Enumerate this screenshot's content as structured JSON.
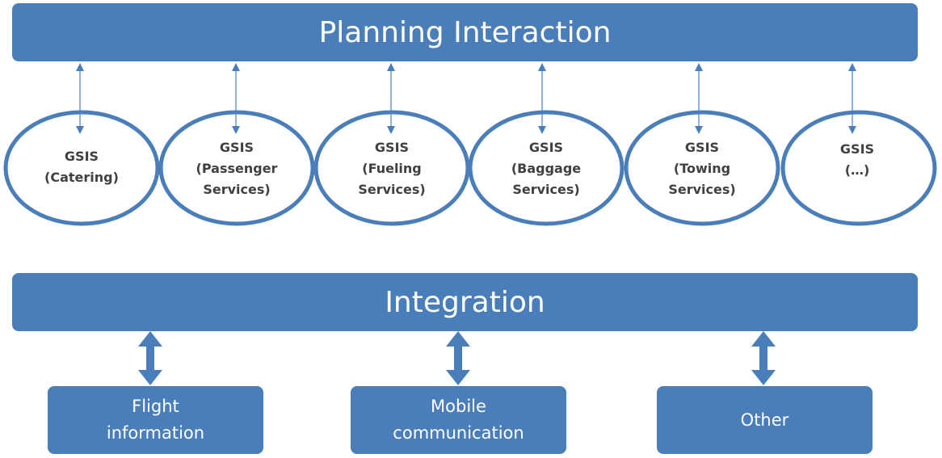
{
  "top_bar": {
    "label": "Planning Interaction"
  },
  "gsis": [
    {
      "line1": "GSIS",
      "line2": "(Catering)",
      "line3": ""
    },
    {
      "line1": "GSIS",
      "line2": "(Passenger",
      "line3": "Services)"
    },
    {
      "line1": "GSIS",
      "line2": "(Fueling",
      "line3": "Services)"
    },
    {
      "line1": "GSIS",
      "line2": "(Baggage",
      "line3": "Services)"
    },
    {
      "line1": "GSIS",
      "line2": "(Towing",
      "line3": "Services)"
    },
    {
      "line1": "GSIS",
      "line2": "(…)",
      "line3": ""
    }
  ],
  "integration_bar": {
    "label": "Integration"
  },
  "boxes": [
    {
      "line1": "Flight",
      "line2": "information"
    },
    {
      "line1": "Mobile",
      "line2": "communication"
    },
    {
      "line1": "Other",
      "line2": ""
    }
  ],
  "colors": {
    "fill": "#4a7ebb",
    "stroke": "#4a7ebb",
    "text_dark": "#404040"
  }
}
